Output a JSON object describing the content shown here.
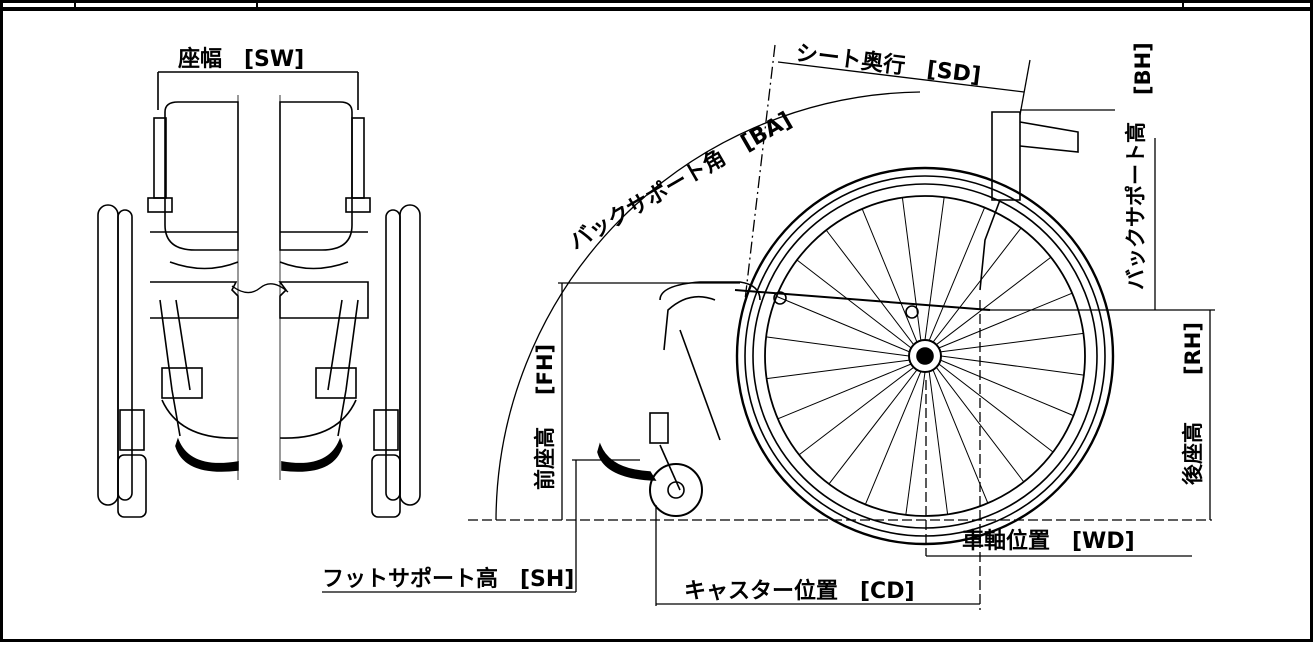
{
  "dimensions": {
    "seat_width": "座幅　[SW]",
    "seat_depth": "シート奥行　[SD]",
    "back_height_code": "[BH]",
    "back_height": "バックサポート高",
    "back_angle": "バックサポート角　[BA]",
    "front_seat_height_code": "[FH]",
    "front_seat_height": "前座高",
    "rear_seat_height_code": "[RH]",
    "rear_seat_height": "後座高",
    "wheel_position": "車軸位置　[WD]",
    "foot_support_height": "フットサポート高　[SH]",
    "caster_position": "キャスター位置　[CD]"
  },
  "colors": {
    "line": "#000000",
    "background": "#ffffff"
  }
}
